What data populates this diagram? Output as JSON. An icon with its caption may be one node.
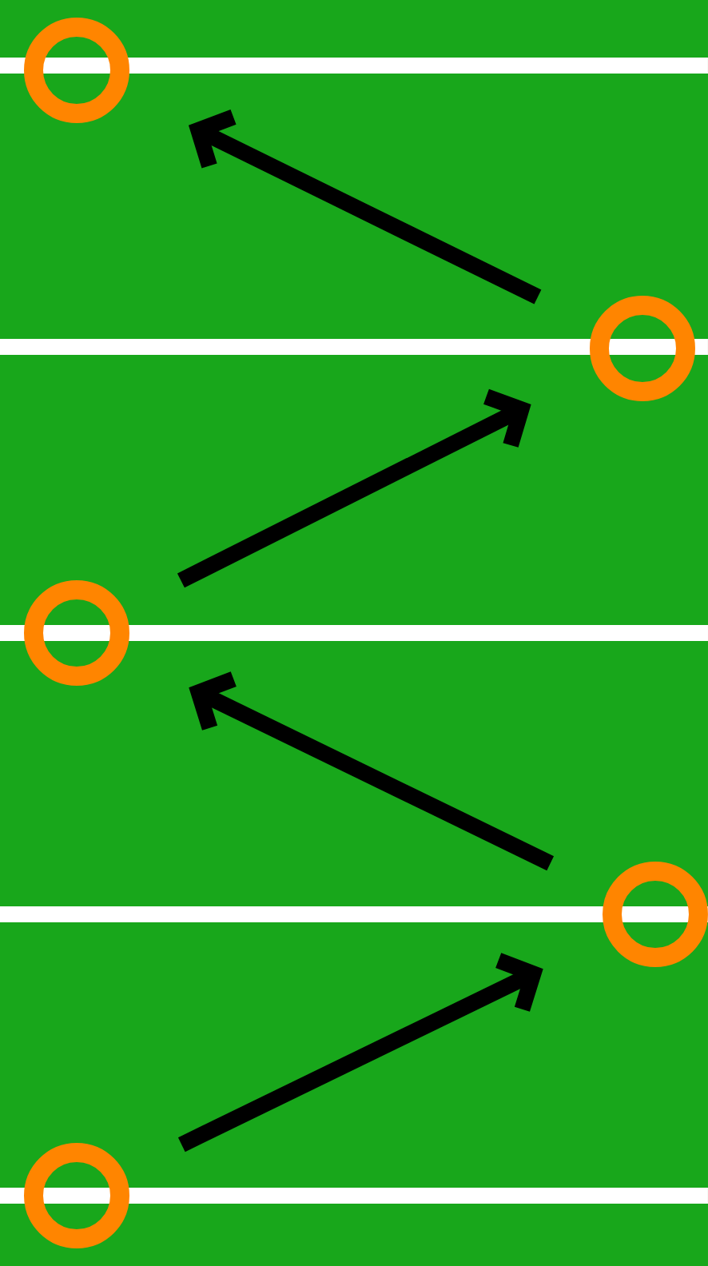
{
  "diagram": {
    "nodes": [
      {
        "text": [],
        "shape": "circle"
      },
      {
        "text": [],
        "shape": "circle"
      },
      {
        "text": [],
        "shape": "circle"
      },
      {
        "text": [],
        "shape": "circle"
      },
      {
        "text": [],
        "shape": "circle"
      }
    ],
    "edges": [
      {
        "from": 4,
        "to": 3,
        "arrow": "to"
      },
      {
        "from": 3,
        "to": 2,
        "arrow": "to"
      },
      {
        "from": 2,
        "to": 1,
        "arrow": "to"
      },
      {
        "from": 1,
        "to": 0,
        "arrow": "to"
      }
    ]
  }
}
